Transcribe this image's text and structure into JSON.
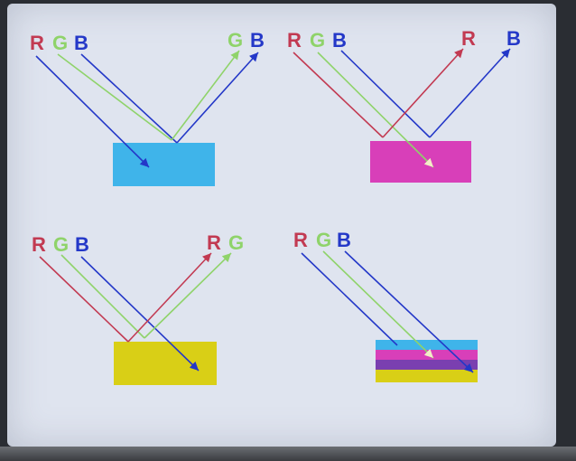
{
  "colors": {
    "red": "#c23a52",
    "green": "#8fd36a",
    "blue": "#2438c8",
    "cyan": "#3fb4ea",
    "magenta": "#d83fb9",
    "yellow": "#d9cf16",
    "panel": "#dfe4ef"
  },
  "panels": [
    {
      "id": "cyan",
      "incident": [
        "R",
        "G",
        "B"
      ],
      "reflected": [
        "G",
        "B"
      ]
    },
    {
      "id": "magenta",
      "incident": [
        "R",
        "G",
        "B"
      ],
      "reflected": [
        "R",
        "B"
      ]
    },
    {
      "id": "yellow",
      "incident": [
        "R",
        "G",
        "B"
      ],
      "reflected": [
        "R",
        "G"
      ]
    },
    {
      "id": "layered",
      "incident": [
        "R",
        "G",
        "B"
      ],
      "reflected": []
    }
  ]
}
